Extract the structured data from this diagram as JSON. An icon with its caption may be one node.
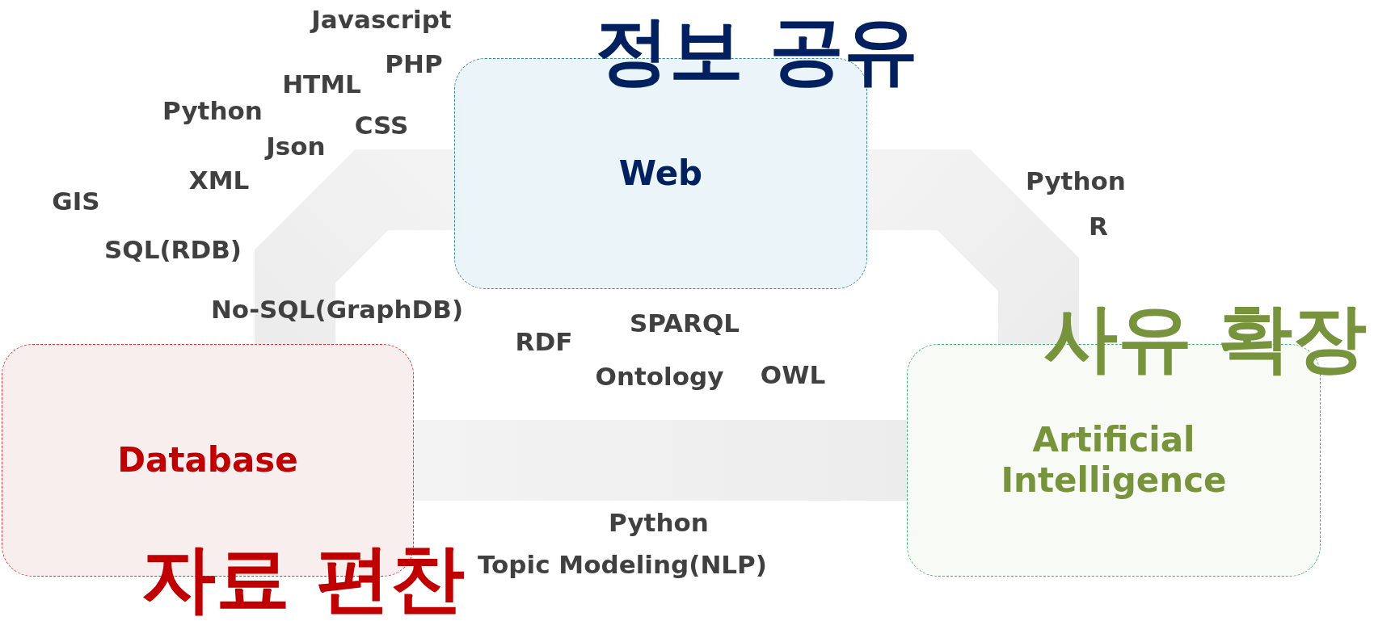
{
  "diagram": {
    "nodes": [
      {
        "text": [
          "정보 공유",
          "Web"
        ]
      },
      {
        "text": [
          "Database",
          "자료 편찬"
        ]
      },
      {
        "text": [
          "사유 확장",
          "Artificial Intelligence"
        ]
      }
    ],
    "edges": [
      {
        "from": 0,
        "to": 1,
        "arrow": "none"
      },
      {
        "from": 0,
        "to": 2,
        "arrow": "none"
      },
      {
        "from": 1,
        "to": 2,
        "arrow": "none"
      }
    ],
    "labels": [
      "Javascript",
      "PHP",
      "HTML",
      "Python",
      "CSS",
      "Json",
      "XML",
      "GIS",
      "SQL(RDB)",
      "No-SQL(GraphDB)",
      "Python",
      "R",
      "RDF",
      "SPARQL",
      "Ontology",
      "OWL",
      "Python",
      "Topic Modeling(NLP)"
    ]
  }
}
